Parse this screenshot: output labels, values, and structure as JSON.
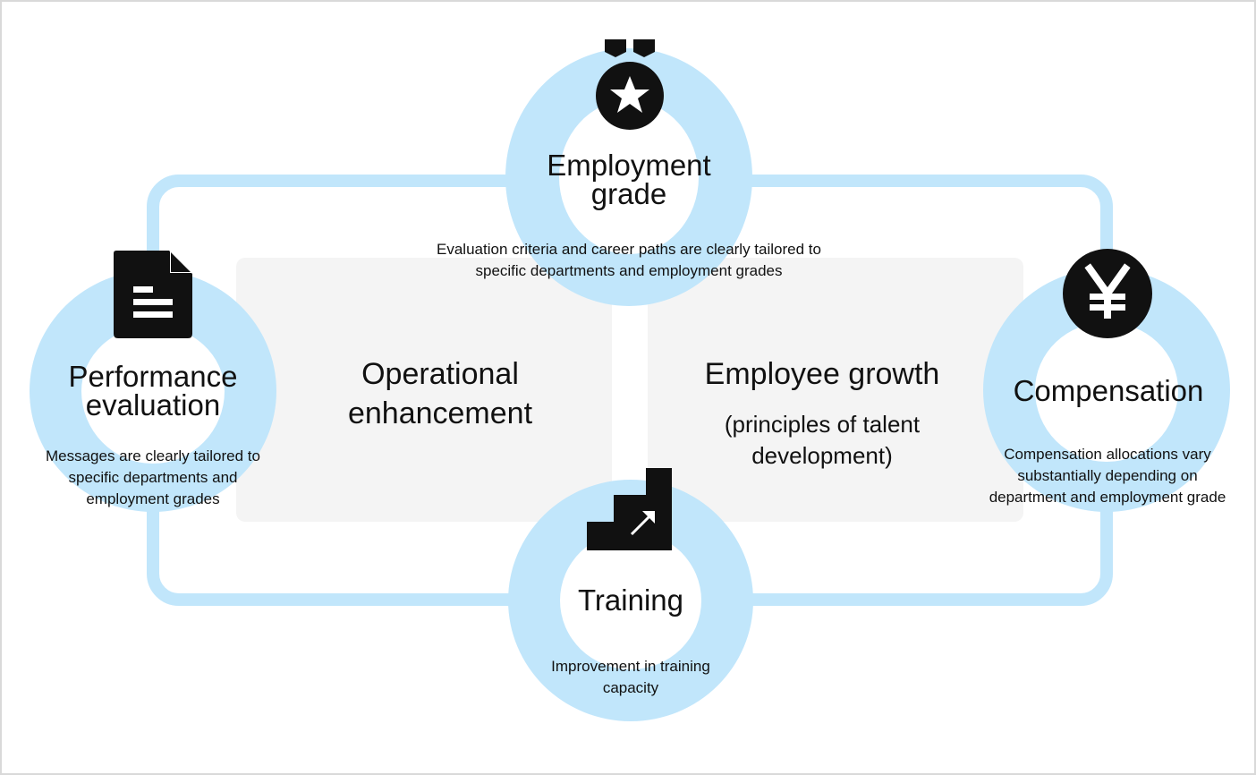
{
  "center": {
    "left_title": "Operational enhancement",
    "right_title": "Employee growth",
    "right_subtitle": "(principles of talent development)"
  },
  "nodes": {
    "employment_grade": {
      "title": "Employment grade",
      "description": "Evaluation criteria and career paths are clearly tailored to specific departments and employment grades",
      "icon": "medal-star-icon"
    },
    "performance_evaluation": {
      "title": "Performance evaluation",
      "description": "Messages are clearly tailored to specific departments and employment grades",
      "icon": "document-icon"
    },
    "compensation": {
      "title": "Compensation",
      "description": "Compensation allocations vary substantially depending on department and employment grade",
      "icon": "yen-coin-icon"
    },
    "training": {
      "title": "Training",
      "description": "Improvement in training capacity",
      "icon": "stairs-arrow-icon"
    }
  },
  "colors": {
    "ring": "#c1e6fb",
    "panel": "#f4f4f4",
    "icon": "#111111"
  }
}
